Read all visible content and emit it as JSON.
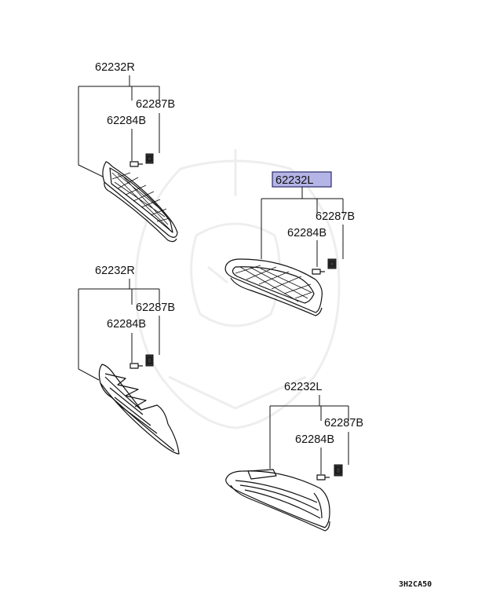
{
  "diagram": {
    "groups": [
      {
        "main": "62232R",
        "bolt": "62287B",
        "clip": "62284B",
        "highlighted": false
      },
      {
        "main": "62232L",
        "bolt": "62287B",
        "clip": "62284B",
        "highlighted": true
      },
      {
        "main": "62232R",
        "bolt": "62287B",
        "clip": "62284B",
        "highlighted": false
      },
      {
        "main": "62232L",
        "bolt": "62287B",
        "clip": "62284B",
        "highlighted": false
      }
    ],
    "drawing_code": "3H2CA50"
  },
  "colors": {
    "highlight": "#b4b4e6",
    "ink": "#111111",
    "watermark": "#eeeeee"
  }
}
